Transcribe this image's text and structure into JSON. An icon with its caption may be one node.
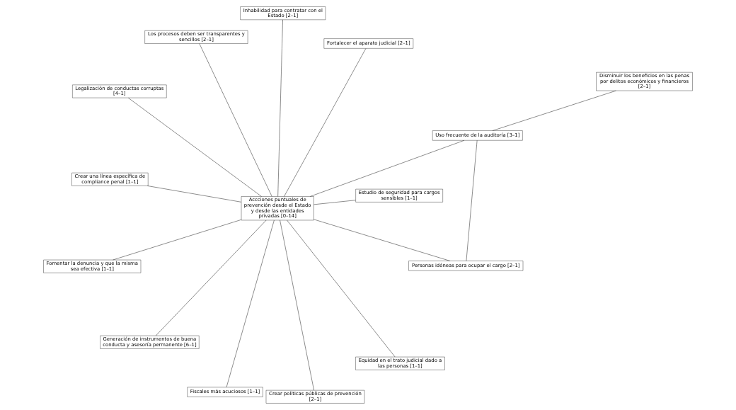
{
  "diagram": {
    "nodes": [
      {
        "text": [
          "Accciones puntuales de prevención desde el Estado y desde las entidades privadas [0–14]"
        ]
      },
      {
        "text": [
          "Generación de instrumentos de buena conducta y asesoría permanente [6–1]"
        ]
      },
      {
        "text": [
          "Crear una línea específica de compliance penal [1–1]"
        ]
      },
      {
        "text": [
          "Fomentar la denuncia y que la misma sea efectiva [1–1]"
        ]
      },
      {
        "text": [
          "Inhabilidad para contratar con el Estado [2–1]"
        ]
      },
      {
        "text": [
          "Fiscales más acuciosos [1–1]"
        ]
      },
      {
        "text": [
          "Fortalecer el aparato judicial [2–1]"
        ]
      },
      {
        "text": [
          "Los procesos deben ser transparentes y sencillos [2–1]"
        ]
      },
      {
        "text": [
          "Legalización de conductas corruptas [4–1]"
        ]
      },
      {
        "text": [
          "Personas idóneas para ocupar el cargo [2–1]"
        ]
      },
      {
        "text": [
          "Estudio de seguridad para cargos sensibles [1–1]"
        ]
      },
      {
        "text": [
          "Uso frecuente de la auditoría [3–1]"
        ]
      },
      {
        "text": [
          "Equidad en el trato judicial dado a las personas [1–1]"
        ]
      },
      {
        "text": [
          "Disminuir los beneficios en las penas por delitos económicos y financieros [2–1]"
        ]
      },
      {
        "text": [
          "Crear políticas públicas de prevención [2–1]"
        ]
      }
    ],
    "edges": [
      {
        "from": 1,
        "to": 0,
        "arrow": "none"
      },
      {
        "from": 2,
        "to": 0,
        "arrow": "none"
      },
      {
        "from": 3,
        "to": 0,
        "arrow": "none"
      },
      {
        "from": 4,
        "to": 0,
        "arrow": "none"
      },
      {
        "from": 5,
        "to": 0,
        "arrow": "none"
      },
      {
        "from": 6,
        "to": 0,
        "arrow": "none"
      },
      {
        "from": 7,
        "to": 0,
        "arrow": "none"
      },
      {
        "from": 8,
        "to": 0,
        "arrow": "none"
      },
      {
        "from": 9,
        "to": 0,
        "arrow": "none"
      },
      {
        "from": 10,
        "to": 0,
        "arrow": "none"
      },
      {
        "from": 11,
        "to": 9,
        "arrow": "none"
      },
      {
        "from": 11,
        "to": 0,
        "arrow": "none"
      },
      {
        "from": 12,
        "to": 0,
        "arrow": "none"
      },
      {
        "from": 13,
        "to": 11,
        "arrow": "none"
      },
      {
        "from": 14,
        "to": 0,
        "arrow": "none"
      }
    ]
  }
}
